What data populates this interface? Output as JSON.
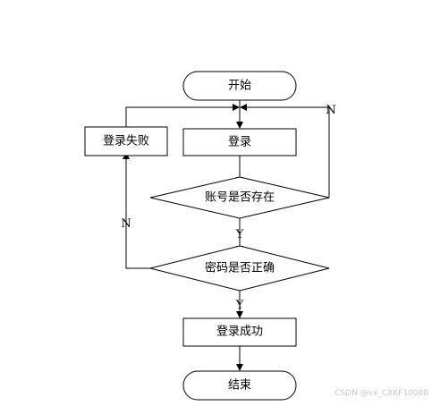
{
  "nodes": {
    "start": "开始",
    "login": "登录",
    "login_failed": "登录失败",
    "account_exists": "账号是否存在",
    "password_correct": "密码是否正确",
    "login_success": "登录成功",
    "end": "结束"
  },
  "edge_labels": {
    "account_no": "N",
    "account_yes": "Y",
    "password_no": "N",
    "password_yes": "Y"
  },
  "watermark": "CSDN @vx_CXKF10088",
  "colors": {
    "stroke": "#000000",
    "fill": "#ffffff",
    "watermark": "#c8c8c8"
  }
}
